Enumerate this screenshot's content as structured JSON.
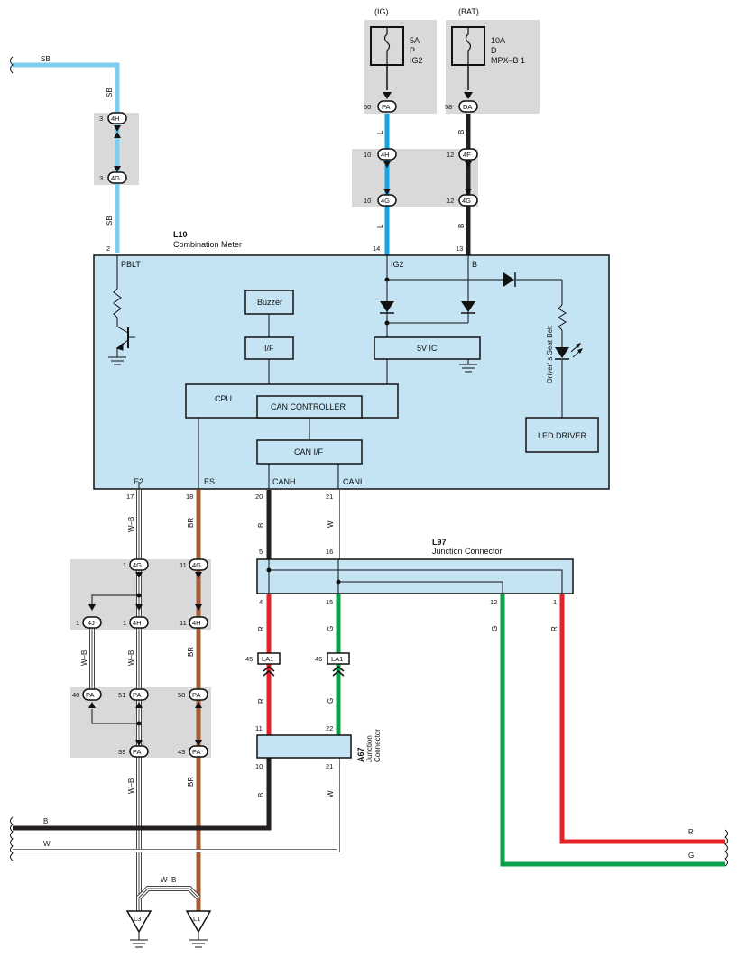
{
  "colors": {
    "sky_blue": "#7dcdef",
    "blue": "#16a3e0",
    "black": "#231f20",
    "brown": "#a65a36",
    "red": "#e42228",
    "green": "#0aa14b",
    "gray_block": "#d9d9d9",
    "ecu_fill": "#c5e4f3"
  },
  "fuses": [
    {
      "supply": "(IG)",
      "rating": "5A",
      "name_lines": [
        "P",
        "IG2"
      ],
      "pin": "60",
      "conn": "PA",
      "wire": "L"
    },
    {
      "supply": "(BAT)",
      "rating": "10A",
      "name_lines": [
        "D",
        "MPX–B 1"
      ],
      "pin": "58",
      "conn": "DA",
      "wire": "B"
    }
  ],
  "meter": {
    "code": "L10",
    "name": "Combination Meter",
    "terminals": {
      "pblt": "PBLT",
      "ig2": "IG2",
      "b": "B",
      "e2": "E2",
      "es": "ES",
      "canh": "CANH",
      "canl": "CANL"
    },
    "pins": {
      "pblt": "2",
      "ig2": "14",
      "b": "13",
      "e2": "17",
      "es": "18",
      "canh": "20",
      "canl": "21"
    },
    "blocks": {
      "buzzer": "Buzzer",
      "if": "I/F",
      "ic": "5V IC",
      "cpu": "CPU",
      "can_ctrl": "CAN CONTROLLER",
      "can_if": "CAN I/F",
      "led_driver": "LED DRIVER"
    },
    "lamp_label": "Driver’ s Seat Belt"
  },
  "junction_l97": {
    "code": "L97",
    "name": "Junction Connector",
    "pins": {
      "in_b": "5",
      "in_w": "16",
      "out_r": "4",
      "out_g": "15",
      "out_g2": "12",
      "out_r2": "1"
    }
  },
  "junction_a67": {
    "code": "A67",
    "name_lines": [
      "Junction",
      "Connector"
    ],
    "pins": {
      "in_r": "11",
      "in_g": "22",
      "out_b": "10",
      "out_w": "21"
    }
  },
  "connectors": {
    "sb_top": {
      "pin": "3",
      "conn": "4H"
    },
    "sb_bot": {
      "pin": "3",
      "conn": "4G"
    },
    "ig_top": {
      "pin": "10",
      "conn": "4H"
    },
    "ig_bot": {
      "pin": "10",
      "conn": "4G"
    },
    "bat_top": {
      "pin": "12",
      "conn": "4F"
    },
    "bat_bot": {
      "pin": "12",
      "conn": "4G"
    },
    "e2_4g": {
      "pin": "1",
      "conn": "4G"
    },
    "es_4g": {
      "pin": "11",
      "conn": "4G"
    },
    "e2_4j": {
      "pin": "1",
      "conn": "4J"
    },
    "e2_4h": {
      "pin": "1",
      "conn": "4H"
    },
    "es_4h": {
      "pin": "11",
      "conn": "4H"
    },
    "e2_pa40": {
      "pin": "40",
      "conn": "PA"
    },
    "e2_pa51": {
      "pin": "51",
      "conn": "PA"
    },
    "es_pa58": {
      "pin": "58",
      "conn": "PA"
    },
    "e2_pa39": {
      "pin": "39",
      "conn": "PA"
    },
    "es_pa43": {
      "pin": "43",
      "conn": "PA"
    },
    "la1_r": {
      "pin": "45",
      "conn": "LA1"
    },
    "la1_g": {
      "pin": "46",
      "conn": "LA1"
    }
  },
  "wire_colors": {
    "sb": "SB",
    "l": "L",
    "b": "B",
    "wb": "W–B",
    "br": "BR",
    "w": "W",
    "r": "R",
    "g": "G"
  },
  "grounds": [
    {
      "code": "L3"
    },
    {
      "code": "L1"
    }
  ],
  "ground_wire_label": "W–B",
  "bottom_buses": [
    {
      "left": "B",
      "right": ""
    },
    {
      "left": "W",
      "right": ""
    },
    {
      "left": "",
      "right": "R"
    },
    {
      "left": "",
      "right": "G"
    }
  ]
}
